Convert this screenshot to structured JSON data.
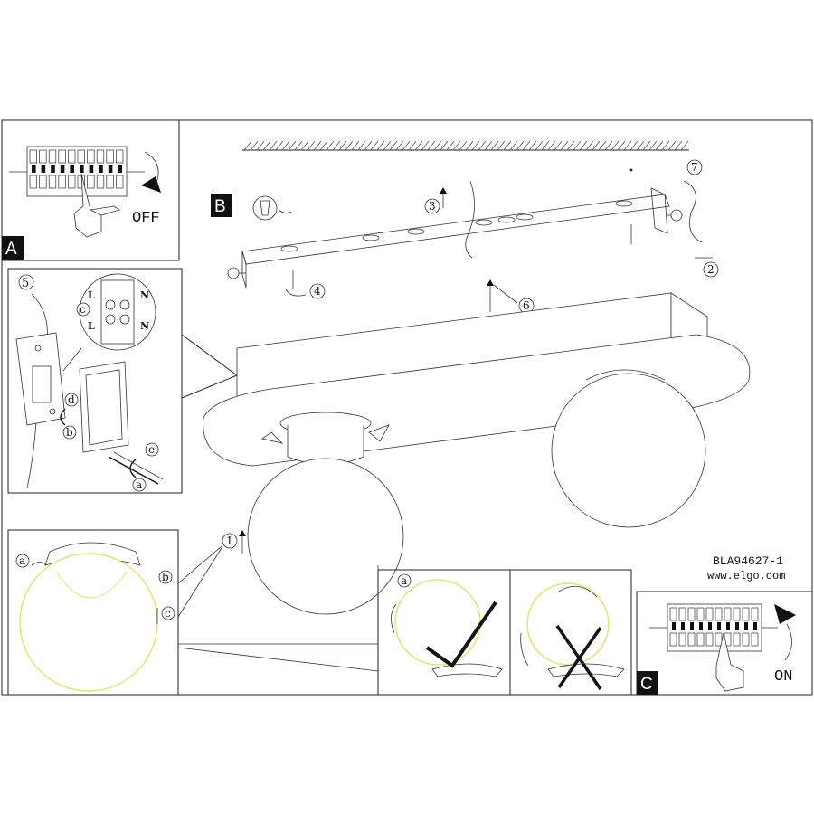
{
  "panels": {
    "a": {
      "tag": "A",
      "switch_word": "OFF"
    },
    "b": {
      "tag": "B"
    },
    "c": {
      "tag": "C",
      "switch_word": "ON"
    }
  },
  "wiring_detail": {
    "step": "5",
    "letters": [
      "c",
      "d",
      "b",
      "e",
      "a"
    ],
    "terminals": {
      "left_top": "L",
      "right_top": "N",
      "left_bottom": "L",
      "right_bottom": "N"
    }
  },
  "mounting_steps": [
    "7",
    "3",
    "2",
    "4",
    "6"
  ],
  "globe_detail": {
    "step": "1",
    "letters": [
      "a",
      "b",
      "c"
    ]
  },
  "globe_check": {
    "correct_letter": "a"
  },
  "product": {
    "code": "BLA94627-1",
    "website": "www.elgo.com"
  }
}
